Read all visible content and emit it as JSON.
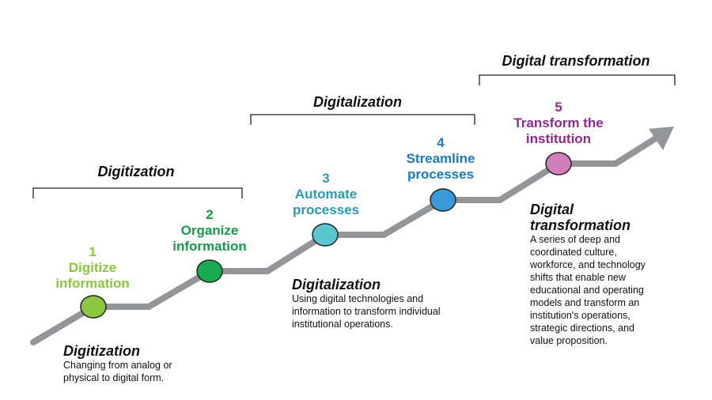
{
  "phases": [
    {
      "label": "Digitization"
    },
    {
      "label": "Digitalization"
    },
    {
      "label": "Digital transformation"
    }
  ],
  "steps": [
    {
      "number": "1",
      "line1": "Digitize",
      "line2": "information",
      "color": "#8dc63f",
      "node_color": "#8dc63f"
    },
    {
      "number": "2",
      "line1": "Organize",
      "line2": "information",
      "color": "#1a9a4a",
      "node_color": "#1aaa4f"
    },
    {
      "number": "3",
      "line1": "Automate",
      "line2": "processes",
      "color": "#2a9bb0",
      "node_color": "#5bc8d0"
    },
    {
      "number": "4",
      "line1": "Streamline",
      "line2": "processes",
      "color": "#1a7bc0",
      "node_color": "#3a9ad9"
    },
    {
      "number": "5",
      "line1": "Transform the",
      "line2": "institution",
      "color": "#8e2a8e",
      "node_color": "#d07fb8"
    }
  ],
  "descriptions": [
    {
      "title": "Digitization",
      "text": "Changing from analog or physical to digital form."
    },
    {
      "title": "Digitalization",
      "text": "Using digital technologies and information to transform individual institutional operations."
    },
    {
      "title": "Digital transformation",
      "text": "A series of deep and coordinated culture, workforce, and technology shifts that enable new educational and operating models and transform an institution's operations, strategic directions, and value proposition."
    }
  ]
}
